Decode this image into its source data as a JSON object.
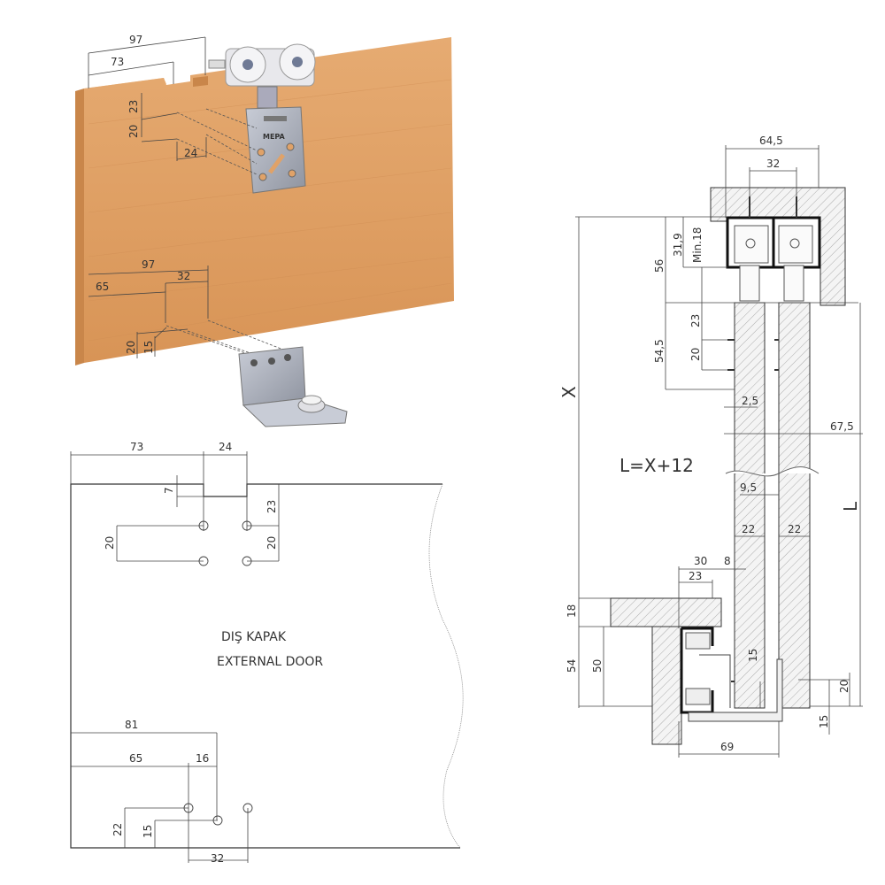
{
  "iso_view": {
    "brand": "MEPA",
    "top_dims": {
      "d97": "97",
      "d73": "73",
      "d23": "23",
      "d20": "20",
      "d24": "24"
    },
    "bottom_dims": {
      "d97": "97",
      "d65": "65",
      "d32": "32",
      "d20": "20",
      "d15": "15"
    },
    "colors": {
      "wood": "#e0a268",
      "wood_dark": "#c9864a",
      "metal": "#a9adb8"
    }
  },
  "plan_view": {
    "title_tr": "DIŞ KAPAK",
    "title_en": "EXTERNAL DOOR",
    "dims": {
      "d73": "73",
      "d24": "24",
      "d7": "7",
      "d23": "23",
      "d20_right": "20",
      "d20_left": "20",
      "d81": "81",
      "d65": "65",
      "d16": "16",
      "d22": "22",
      "d15": "15",
      "d32": "32"
    }
  },
  "section_view": {
    "formula": "L=X+12",
    "dims": {
      "X": "X",
      "L": "L",
      "d64_5": "64,5",
      "d32": "32",
      "d56": "56",
      "d31_9": "31,9",
      "min18": "Min.18",
      "d23_top": "23",
      "d54_5": "54,5",
      "d20_top": "20",
      "d2_5": "2,5",
      "d67_5": "67,5",
      "d9_5": "9,5",
      "d22_a": "22",
      "d22_b": "22",
      "d30": "30",
      "d8": "8",
      "d23_bottom": "23",
      "d18": "18",
      "d54": "54",
      "d50": "50",
      "d15_a": "15",
      "d20_bottom": "20",
      "d15_b": "15",
      "d69": "69"
    }
  }
}
